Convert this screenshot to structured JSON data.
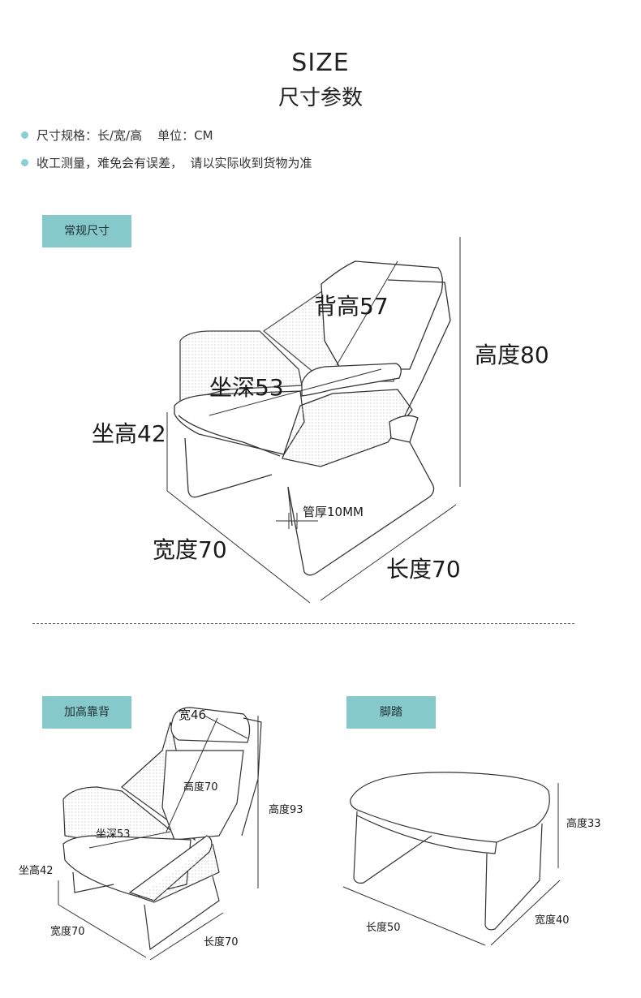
{
  "header": {
    "title_en": "SIZE",
    "title_cn": "尺寸参数"
  },
  "notes": [
    "尺寸规格：长/宽/高    单位：CM",
    "收工测量，难免会有误差，  请以实际收到货物为准"
  ],
  "accent_color": "#86c9cb",
  "sections": {
    "regular": {
      "tag": "常规尺寸",
      "back_height": "背高57",
      "total_height": "高度80",
      "seat_depth": "坐深53",
      "seat_height": "坐高42",
      "tube": "管厚10MM",
      "width": "宽度70",
      "length": "长度70"
    },
    "high_back": {
      "tag": "加高靠背",
      "head_width": "宽46",
      "back_height": "高度70",
      "total_height": "高度93",
      "seat_depth": "坐深53",
      "seat_height": "坐高42",
      "width": "宽度70",
      "length": "长度70"
    },
    "ottoman": {
      "tag": "脚踏",
      "height": "高度33",
      "length": "长度50",
      "width": "宽度40"
    }
  }
}
